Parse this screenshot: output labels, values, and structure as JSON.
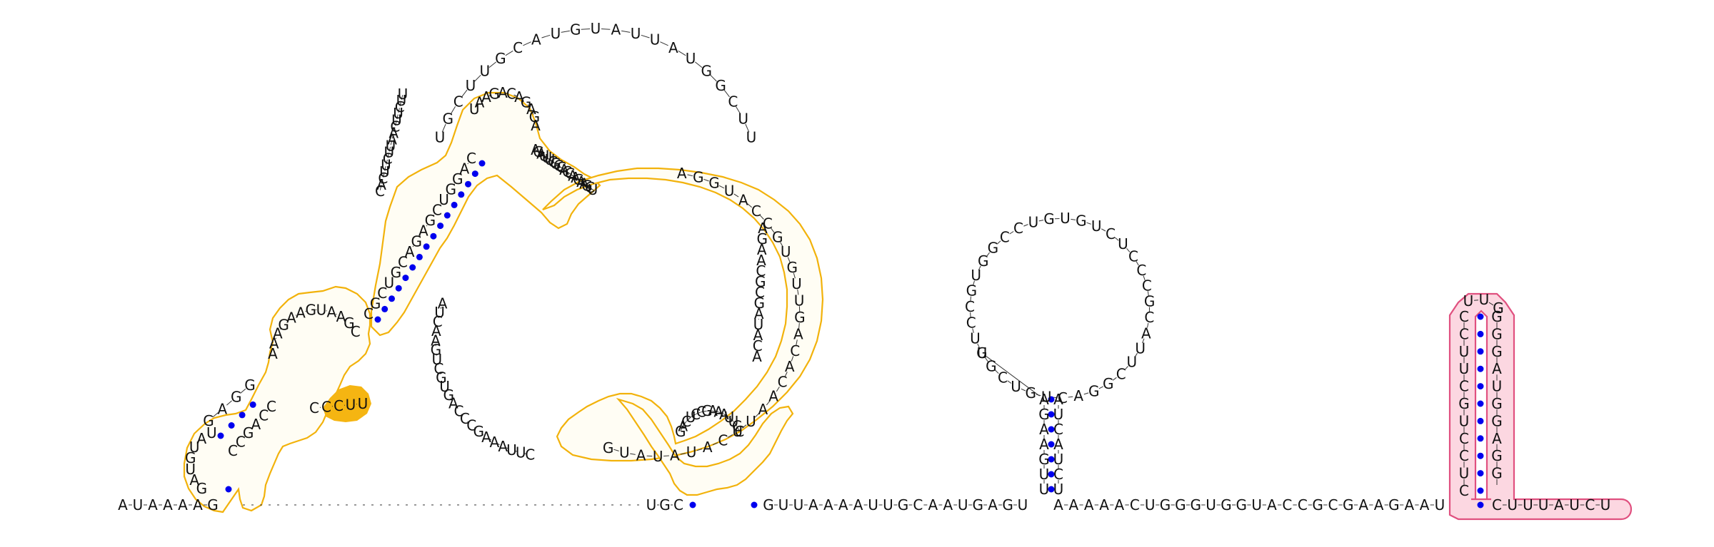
{
  "colors": {
    "background": "#ffffff",
    "nucleotide_text": "#111111",
    "backbone": "#333333",
    "base_pair": "#0000ee",
    "highlight_orange_stroke": "#f2b20b",
    "highlight_orange_fill": "#fffdf4",
    "highlight_orange_solid": "#f5b512",
    "highlight_pink_stroke": "#e0507f",
    "highlight_pink_fill": "#fcd7e1"
  },
  "sequence": {
    "left_terminal": "AUAAAAG",
    "mid_terminal": "UGC",
    "right_run": "GUUAAAAUUGCAAUGAGU",
    "right_run_2": "AAAAACUGGGUGGUACCGCGAAGAAU",
    "three_prime": "CUUUAUCU"
  },
  "big_loop_arc": "UGCUUGCAUGUAUUAUGGCUU",
  "big_loop_left": "UUCUUCAAUUCUUCAC",
  "big_loop_right_inner": "AGAACGCGAUACA",
  "lower_connector": "AUCAAGUCGUGACCCGAAAUUC",
  "hairpin1": {
    "stem_5": "UUGAAGA",
    "stem_3": "AUCAUCU",
    "loop": "GGCUGUCAGGCUUACGCCCUCUGUGUCCGGUGCCUUUC"
  },
  "hairpin2": {
    "stem_5": "CUCCUGCUUCC",
    "loop": "UUG",
    "stem_3": "GGGAUGGAGG"
  },
  "orange_region": {
    "left_hairpin_loop": "GAUGUAU",
    "left_stem_5": "GAGG",
    "left_stem_3": "CCGACC",
    "mid_loop": "AAAGAAGUAAGC",
    "mid_bulge": "CCCUU",
    "upper_helix_5": "CGCUGCAGAGCUGGAC",
    "upper_loop": "UAAGACAGAGA",
    "upper_helix_3": "AGAUUUCGCCACCAAGAAGCU",
    "right_multiloop": "AGGUACCGUGUUGACACAAUUCAUAUAUG",
    "bottom_hairpin": "GACUCCGAAAUUCC"
  }
}
